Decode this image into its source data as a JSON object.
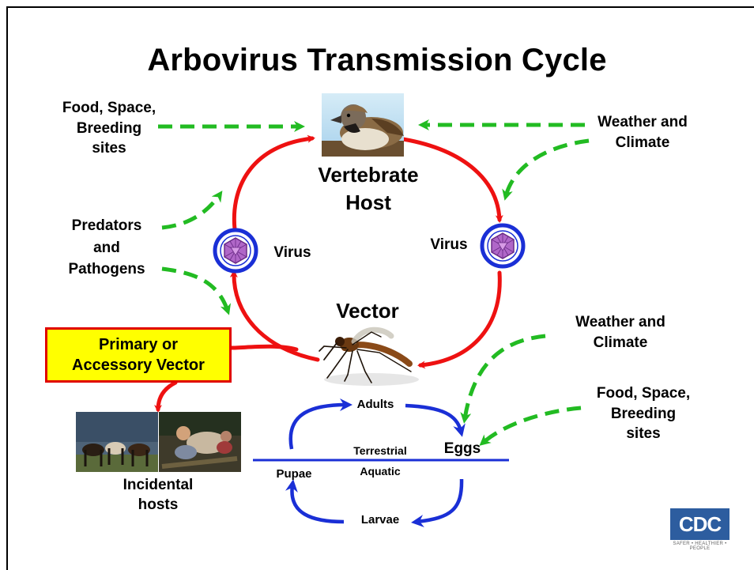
{
  "title": "Arbovirus Transmission Cycle",
  "nodes": {
    "vertebrate_host": [
      "Vertebrate",
      "Host"
    ],
    "vector": "Vector",
    "virus_left": "Virus",
    "virus_right": "Virus",
    "incidental_hosts": [
      "Incidental",
      "hosts"
    ],
    "adults": "Adults",
    "eggs": "Eggs",
    "larvae": "Larvae",
    "pupae": "Pupae",
    "terrestrial": "Terrestrial",
    "aquatic": "Aquatic"
  },
  "factors": {
    "food_top_left": [
      "Food, Space,",
      "Breeding",
      "sites"
    ],
    "weather_top_right": [
      "Weather and",
      "Climate"
    ],
    "predators": [
      "Predators",
      "and",
      "Pathogens"
    ],
    "weather_mid_right": [
      "Weather and",
      "Climate"
    ],
    "food_bottom_right": [
      "Food, Space,",
      "Breeding",
      "sites"
    ]
  },
  "callout": [
    "Primary or",
    "Accessory Vector"
  ],
  "logo": {
    "text": "CDC",
    "tagline": "SAFER • HEALTHIER • PEOPLE"
  },
  "colors": {
    "red_arrow": "#ee1111",
    "green_arrow": "#22bb22",
    "blue_arrow": "#1a2fd6",
    "callout_fill": "#ffff00",
    "callout_border": "#e00000",
    "logo": "#2d5d9f"
  },
  "icons": [
    "virus-icon",
    "sparrow-photo",
    "mosquito-illustration",
    "horses-photo",
    "people-photo",
    "cdc-logo"
  ]
}
